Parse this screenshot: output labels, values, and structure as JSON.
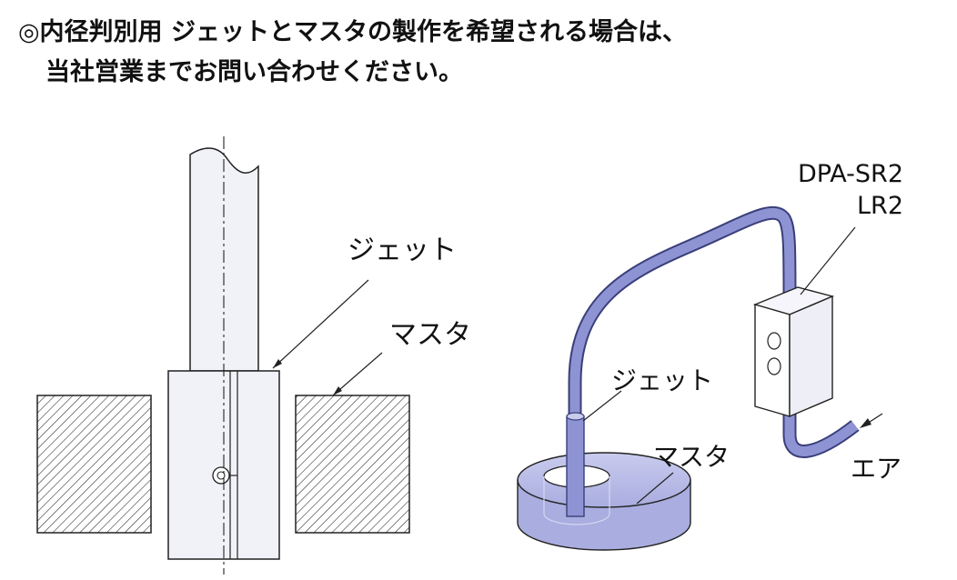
{
  "notice": {
    "line1": "◎内径判別用 ジェットとマスタの製作を希望される場合は、",
    "line2": "当社営業までお問い合わせください。"
  },
  "left_diagram": {
    "jet_label": "ジェット",
    "master_label": "マスタ"
  },
  "right_diagram": {
    "model_line1": "DPA-SR2",
    "model_line2": "LR2",
    "jet_label": "ジェット",
    "master_label": "マスタ",
    "air_label": "エア"
  },
  "colors": {
    "tube": "#8e94d3",
    "tube_outline": "#3a3f7a",
    "master_fill": "#b9bce8",
    "box_fill": "#ffffff"
  }
}
